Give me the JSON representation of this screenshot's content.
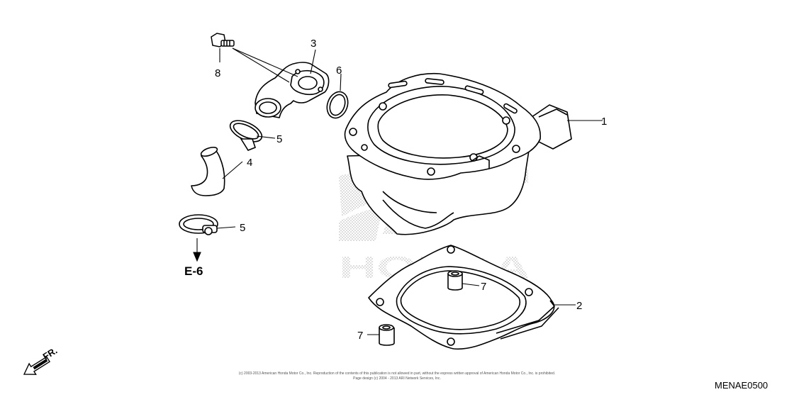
{
  "callouts": {
    "c1": "1",
    "c2": "2",
    "c3": "3",
    "c4": "4",
    "c5a": "5",
    "c5b": "5",
    "c6": "6",
    "c7a": "7",
    "c7b": "7",
    "c8": "8"
  },
  "reference": "E-6",
  "direction_label": "FR.",
  "diagram_code": "MENAE0500",
  "copyright": {
    "line1": "(c) 2003-2013 American Honda Motor Co., Inc. Reproduction of the contents of this publication is not allowed in part, without the express written approval of American Honda Motor Co., Inc. is prohibited.",
    "line2": "Page design (c) 2004 - 2013 ARI Network Services, Inc."
  },
  "watermark": "HONDA",
  "colors": {
    "line": "#000000",
    "watermark": "#c8c8c8"
  }
}
